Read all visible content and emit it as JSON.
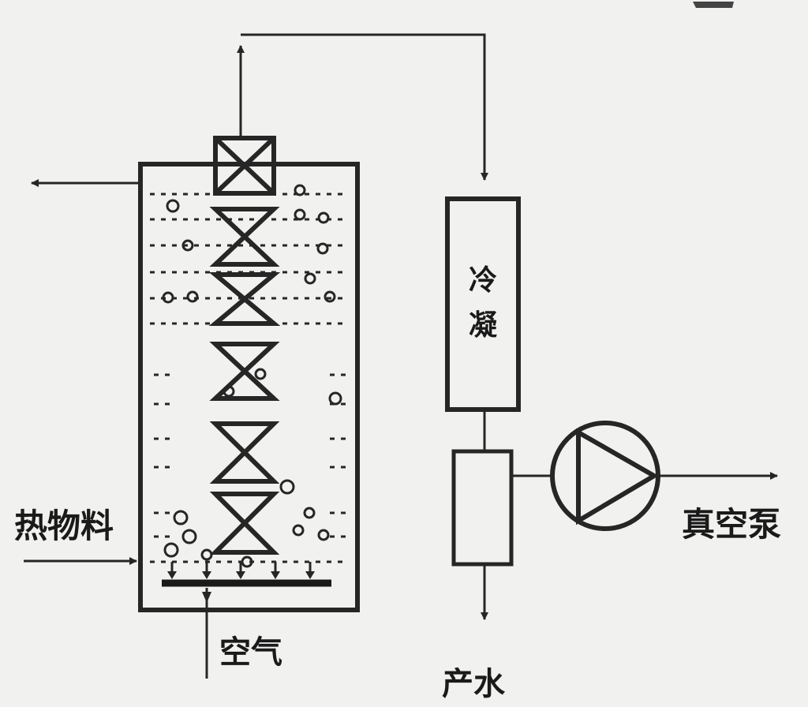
{
  "labels": {
    "condenser_top": "冷",
    "condenser_bottom": "凝",
    "hot_material": "热物料",
    "air": "空气",
    "vacuum_pump": "真空泵",
    "water_out": "产水"
  },
  "colors": {
    "stroke": "#262626",
    "background": "#f1f1ef"
  }
}
